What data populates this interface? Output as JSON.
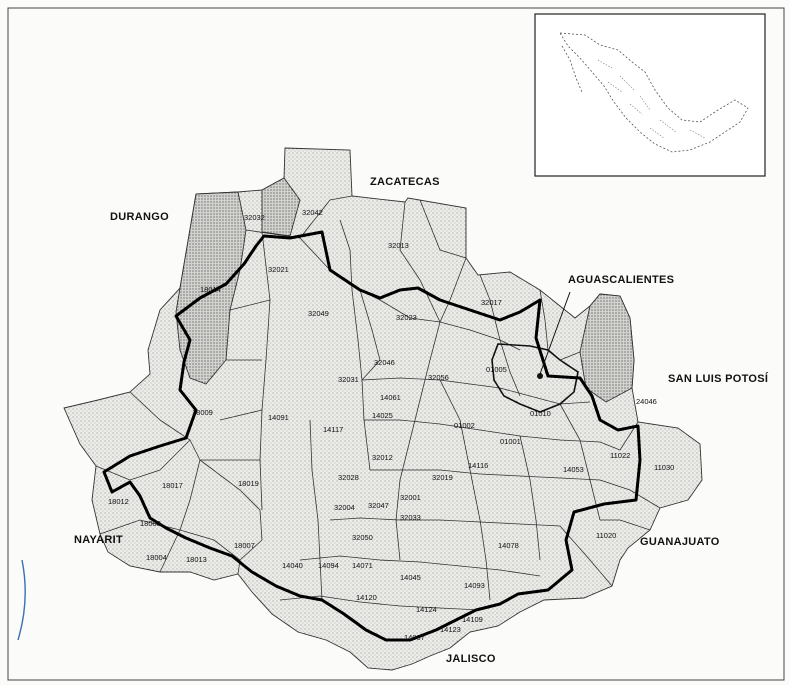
{
  "state_labels": {
    "zacatecas": "ZACATECAS",
    "durango": "DURANGO",
    "aguascalientes": "AGUASCALIENTES",
    "san_luis_potosi": "SAN LUIS POTOSÍ",
    "nayarit": "NAYARIT",
    "guanajuato": "GUANAJUATO",
    "jalisco": "JALISCO"
  },
  "municipality_codes": [
    "32042",
    "32013",
    "32021",
    "32049",
    "32023",
    "32046",
    "32031",
    "32056",
    "32017",
    "18014",
    "18009",
    "18019",
    "18017",
    "18012",
    "18008",
    "18004",
    "18013",
    "18007",
    "14091",
    "14117",
    "14025",
    "14061",
    "14078",
    "14053",
    "14116",
    "14040",
    "14094",
    "14071",
    "14045",
    "14120",
    "14124",
    "14093",
    "14123",
    "14037",
    "14109",
    "01005",
    "01002",
    "01001",
    "01010",
    "24046",
    "11022",
    "11030",
    "11020",
    "32012",
    "32032",
    "32019",
    "32028",
    "32001",
    "32004",
    "32047",
    "32033",
    "32050"
  ],
  "colors": {
    "stipple_fill": "#e3e3e0",
    "dark_fill": "#c7c7c4",
    "border": "#000000"
  }
}
